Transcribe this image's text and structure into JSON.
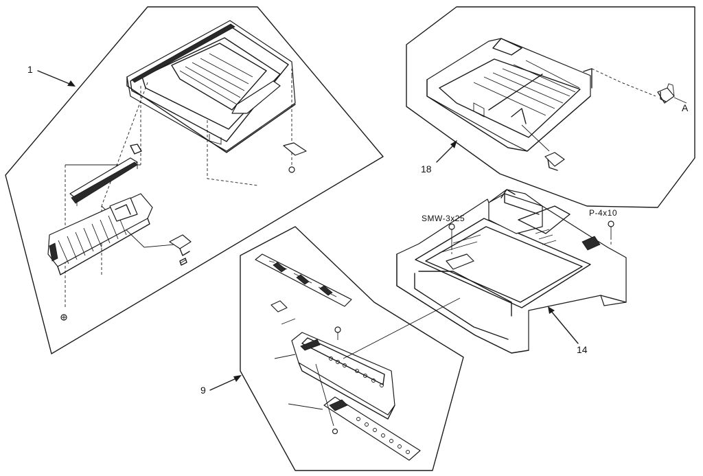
{
  "labels": {
    "callout_1": "1",
    "callout_18": "18",
    "callout_a": "A",
    "callout_14": "14",
    "callout_9": "9",
    "screw_smw": "SMW-3x25",
    "screw_p": "P-4x10"
  }
}
